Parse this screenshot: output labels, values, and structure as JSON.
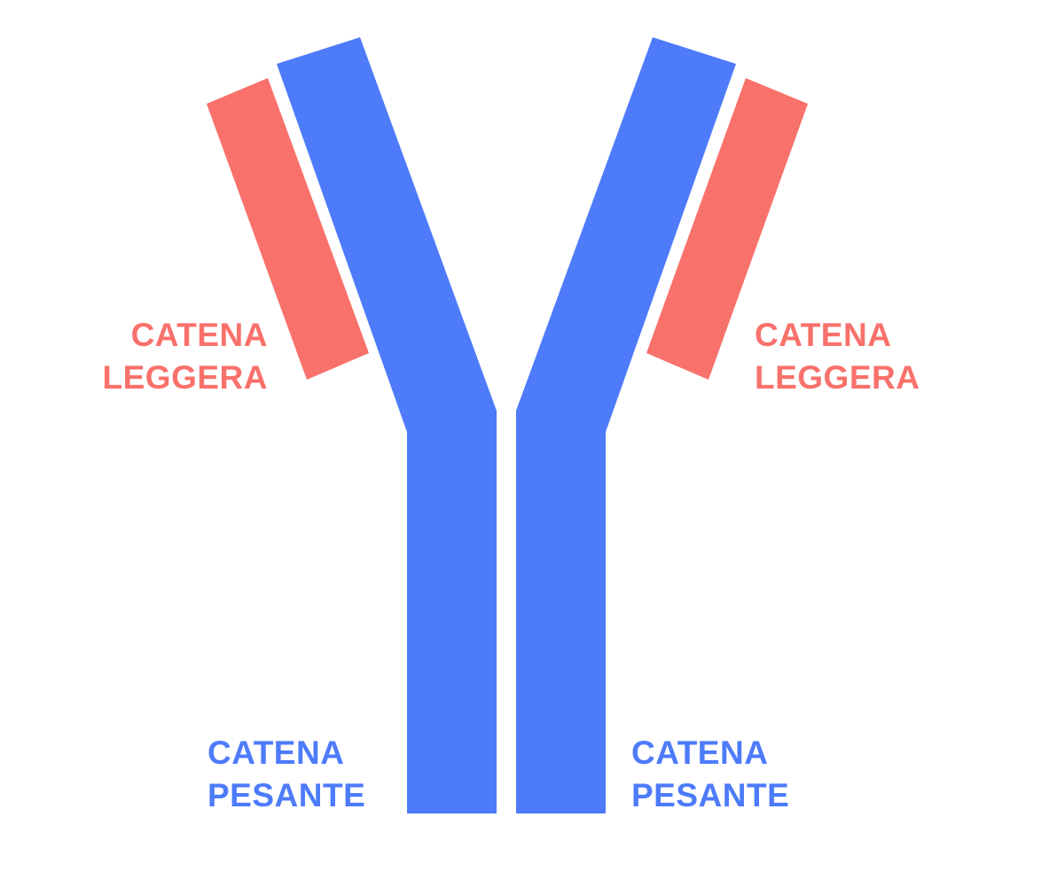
{
  "colors": {
    "light_chain": "#f9716b",
    "heavy_chain": "#4d7bfa",
    "background": "#ffffff"
  },
  "labels": {
    "light_left": {
      "line1": "CATENA",
      "line2": "LEGGERA"
    },
    "light_right": {
      "line1": "CATENA",
      "line2": "LEGGERA"
    },
    "heavy_left": {
      "line1": "CATENA",
      "line2": "PESANTE"
    },
    "heavy_right": {
      "line1": "CATENA",
      "line2": "PESANTE"
    }
  }
}
